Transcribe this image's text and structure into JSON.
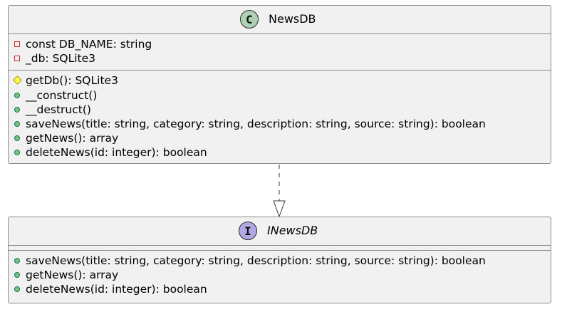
{
  "diagram": {
    "classes": [
      {
        "name": "NewsDB",
        "stereotype_letter": "C",
        "attributes": [
          {
            "visibility": "private",
            "text": "const DB_NAME: string"
          },
          {
            "visibility": "private",
            "text": "_db: SQLite3"
          }
        ],
        "methods": [
          {
            "visibility": "protected",
            "text": "getDb(): SQLite3"
          },
          {
            "visibility": "public",
            "text": "__construct()"
          },
          {
            "visibility": "public",
            "text": "__destruct()"
          },
          {
            "visibility": "public",
            "text": "saveNews(title: string, category: string, description: string, source: string): boolean"
          },
          {
            "visibility": "public",
            "text": "getNews(): array"
          },
          {
            "visibility": "public",
            "text": "deleteNews(id: integer): boolean"
          }
        ]
      },
      {
        "name": "INewsDB",
        "stereotype_letter": "I",
        "attributes": [],
        "methods": [
          {
            "visibility": "public",
            "text": "saveNews(title: string, category: string, description: string, source: string): boolean"
          },
          {
            "visibility": "public",
            "text": "getNews(): array"
          },
          {
            "visibility": "public",
            "text": "deleteNews(id: integer): boolean"
          }
        ]
      }
    ],
    "relations": [
      {
        "from": "NewsDB",
        "to": "INewsDB",
        "type": "realization"
      }
    ],
    "colors": {
      "class_circle": "#add1b2",
      "interface_circle": "#b4a7e5",
      "box_fill": "#f1f1f1",
      "border": "#8a8a8a",
      "private": "#c82930",
      "public": "#84be84",
      "protected": "#ffff44"
    }
  }
}
